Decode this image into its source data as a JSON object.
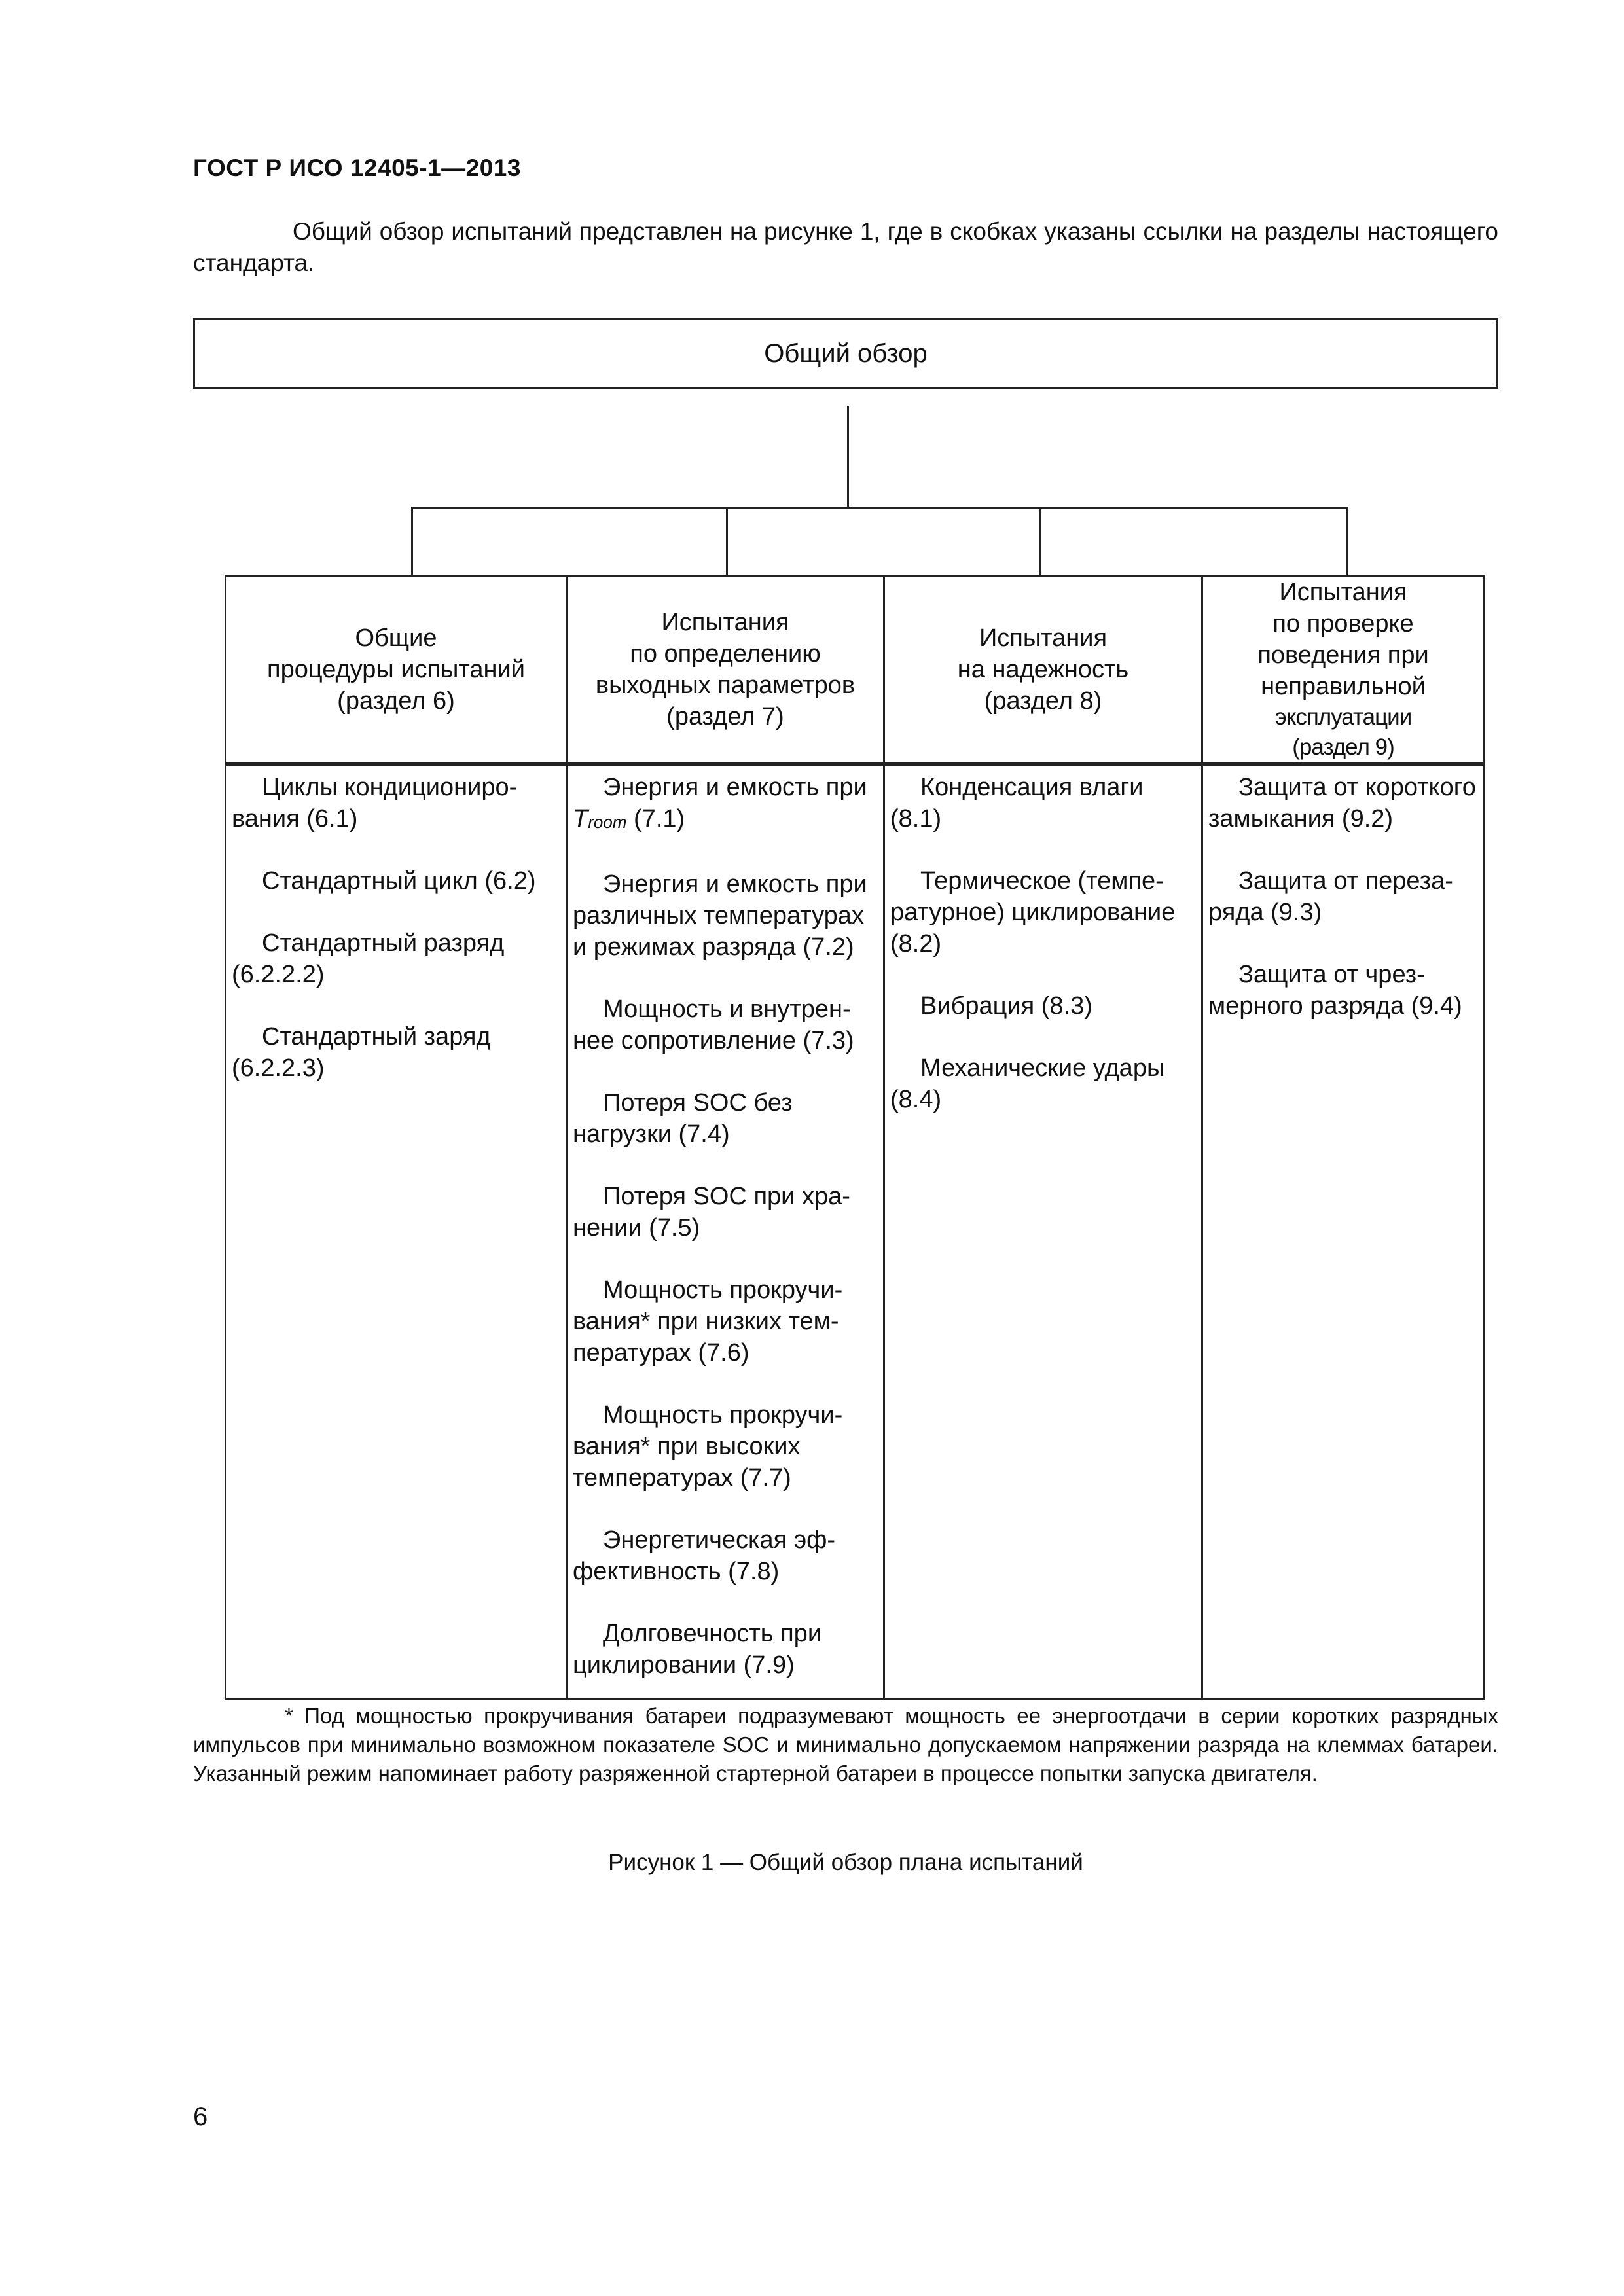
{
  "header": {
    "doc_id": "ГОСТ Р ИСО 12405-1—2013"
  },
  "intro_text": "Общий обзор испытаний представлен на рисунке 1, где в скобках указаны ссылки на разделы настоящего стандарта.",
  "diagram": {
    "root": "Общий обзор",
    "columns": [
      {
        "heading": "Общие\nпроцедуры испытаний\n(раздел 6)",
        "items": [
          "Циклы кондициониро­вания (6.1)",
          "Стандартный цикл (6.2)",
          "Стандартный разряд (6.2.2.2)",
          "Стандартный заряд (6.2.2.3)"
        ]
      },
      {
        "heading": "Испытания\nпо определению\nвыходных параметров\n(раздел 7)",
        "items_1_pre": "Энергия и емкость при ",
        "items_1_var": "T",
        "items_1_sub": "room",
        "items_1_post": " (7.1)",
        "items": [
          "Энергия и емкость при различных темпе­ратурах и режимах раз­ряда (7.2)",
          "Мощность и внутрен­нее сопротивление (7.3)",
          "Потеря SOC без нагрузки (7.4)",
          "Потеря SOC при хра­нении (7.5)",
          "Мощность прокручи­вания* при низких тем­пературах (7.6)",
          "Мощность прокручи­вания* при высоких температурах (7.7)",
          "Энергетическая эф­фективность (7.8)",
          "Долговечность при циклировании (7.9)"
        ]
      },
      {
        "heading": "Испытания\nна надежность\n(раздел 8)",
        "items": [
          "Конденсация влаги (8.1)",
          "Термическое (темпе­ратурное) циклирова­ние (8.2)",
          "Вибрация (8.3)",
          "Механические удары (8.4)"
        ]
      },
      {
        "heading_main": "Испытания\nпо проверке\nповедения при\nнеправильной",
        "heading_small": "эксплуатации\n(раздел 9)",
        "items": [
          "Защита от коротко­го замыкания (9.2)",
          "Защита от переза­ряда (9.3)",
          "Защита от чрез­мерного разряда (9.4)"
        ]
      }
    ]
  },
  "footnote": "* Под мощностью прокручивания батареи подразумевают мощность ее энергоотдачи в серии корот­ких разрядных импульсов при минимально возможном показателе SOC и минимально допускаемом напряже­нии разряда на клеммах батареи. Указанный режим напоминает работу разряженной стартерной батареи в процессе попытки запуска двигателя.",
  "caption": "Рисунок 1 — Общий обзор плана испытаний",
  "page_number": "6"
}
